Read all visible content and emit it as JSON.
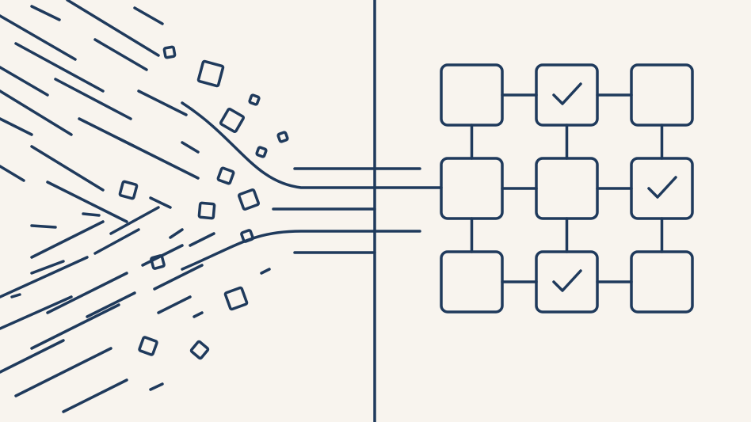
{
  "colors": {
    "background": "#f8f4ee",
    "stroke": "#1f3a5c"
  },
  "grid": {
    "rows": 3,
    "cols": 3,
    "checked": [
      [
        0,
        1
      ],
      [
        1,
        2
      ],
      [
        2,
        1
      ]
    ],
    "icon": "checkmark-icon"
  }
}
